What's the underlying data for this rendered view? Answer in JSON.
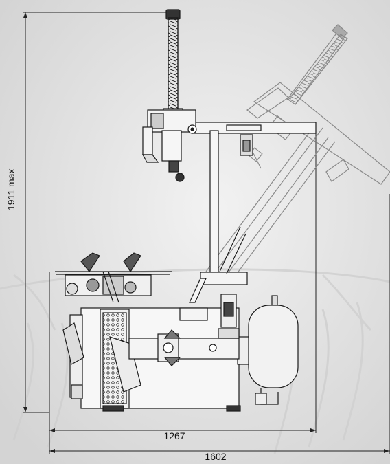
{
  "dimensions": {
    "height_label": "1911 max",
    "width_label": "1267",
    "overall_width_label": "1602"
  },
  "colors": {
    "background": "#e4e4e4",
    "line": "#1a1a1a",
    "ghost": "#8a8a8a"
  }
}
